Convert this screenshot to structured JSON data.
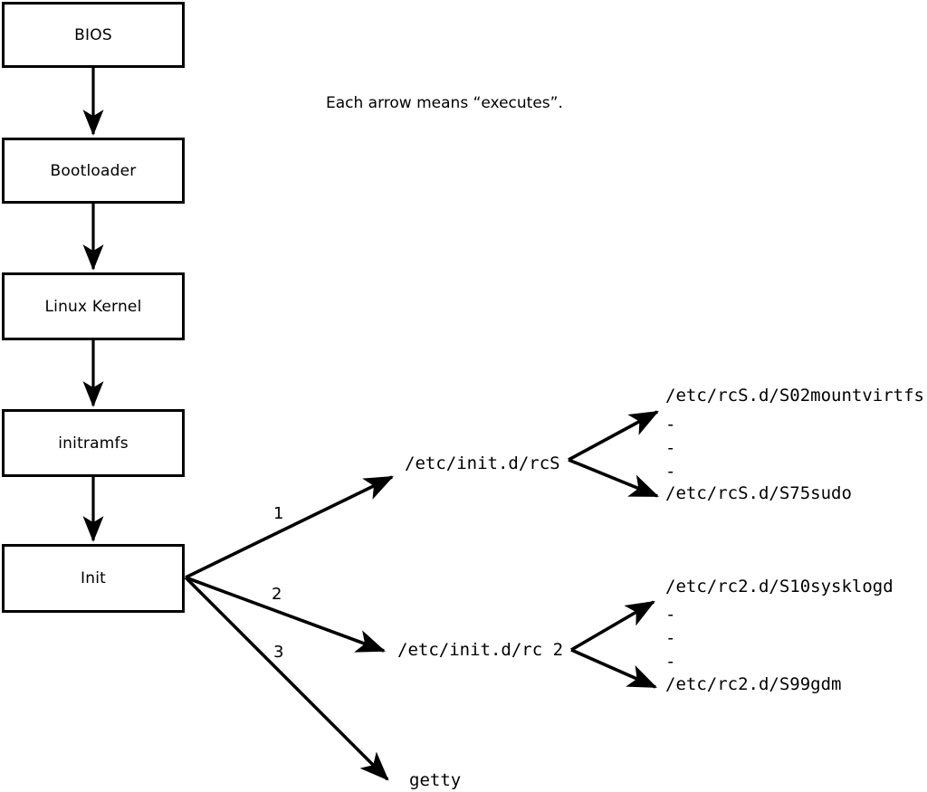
{
  "diagram": {
    "title_note": "Each arrow means “executes”.",
    "boot_chain": [
      {
        "label": "BIOS"
      },
      {
        "label": "Bootloader"
      },
      {
        "label": "Linux Kernel"
      },
      {
        "label": "initramfs"
      },
      {
        "label": "Init"
      }
    ],
    "init_branches": [
      {
        "number": "1",
        "target": "/etc/init.d/rcS"
      },
      {
        "number": "2",
        "target": "/etc/init.d/rc 2"
      },
      {
        "number": "3",
        "target": "getty"
      }
    ],
    "rcs_scripts": {
      "first": "/etc/rcS.d/S02mountvirtfs",
      "ellipsis": [
        "-",
        "-",
        "-"
      ],
      "last": "/etc/rcS.d/S75sudo"
    },
    "rc2_scripts": {
      "first": "/etc/rc2.d/S10sysklogd",
      "ellipsis": [
        "-",
        "-",
        "-"
      ],
      "last": "/etc/rc2.d/S99gdm"
    },
    "colors": {
      "stroke": "#000000",
      "background": "#ffffff"
    }
  }
}
